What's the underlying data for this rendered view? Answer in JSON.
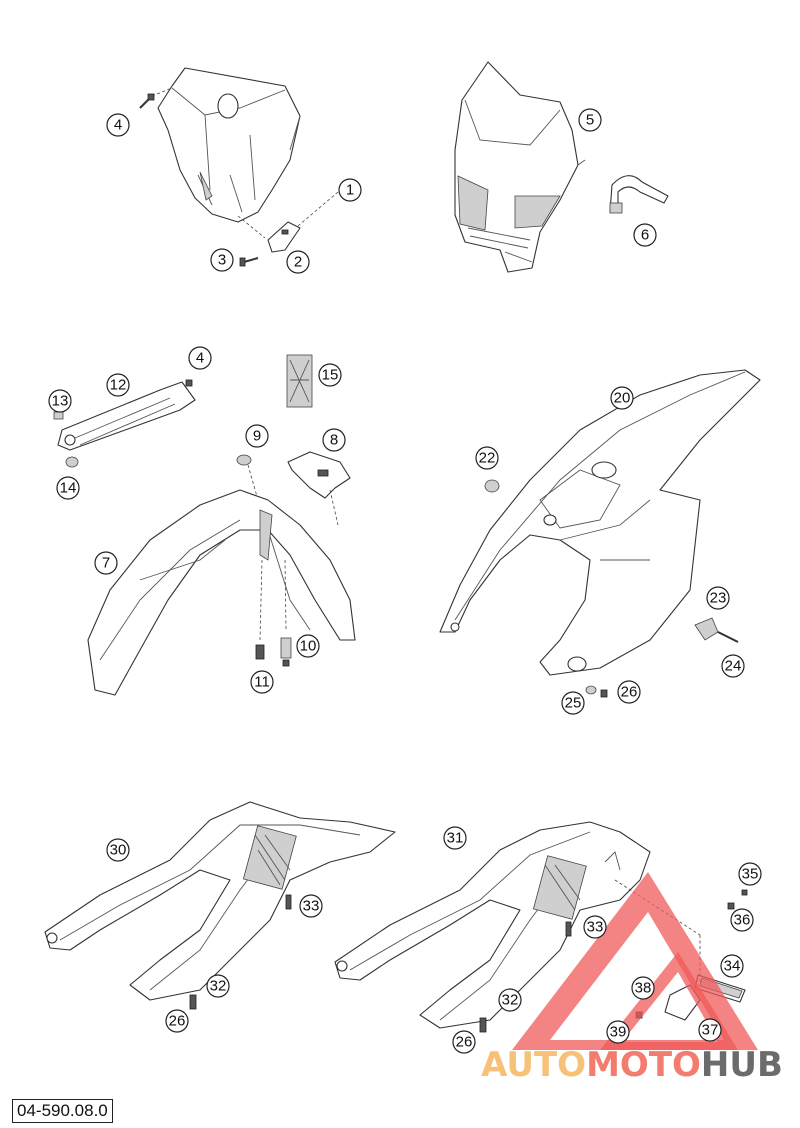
{
  "document": {
    "code": "04-590.08.0"
  },
  "watermark": {
    "parts": [
      "AUTO",
      "MOTO",
      "HUB"
    ],
    "colors": {
      "auto": "#f7c178",
      "moto": "#f27c6e",
      "hub": "#6b6b6b",
      "logo": "#f05a5a"
    }
  },
  "callouts": [
    {
      "label": "1"
    },
    {
      "label": "2"
    },
    {
      "label": "3"
    },
    {
      "label": "4"
    },
    {
      "label": "5"
    },
    {
      "label": "6"
    },
    {
      "label": "4"
    },
    {
      "label": "12"
    },
    {
      "label": "13"
    },
    {
      "label": "14"
    },
    {
      "label": "15"
    },
    {
      "label": "9"
    },
    {
      "label": "8"
    },
    {
      "label": "7"
    },
    {
      "label": "11"
    },
    {
      "label": "10"
    },
    {
      "label": "20"
    },
    {
      "label": "22"
    },
    {
      "label": "23"
    },
    {
      "label": "24"
    },
    {
      "label": "25"
    },
    {
      "label": "26"
    },
    {
      "label": "30"
    },
    {
      "label": "33"
    },
    {
      "label": "32"
    },
    {
      "label": "26"
    },
    {
      "label": "31"
    },
    {
      "label": "33"
    },
    {
      "label": "35"
    },
    {
      "label": "36"
    },
    {
      "label": "34"
    },
    {
      "label": "38"
    },
    {
      "label": "32"
    },
    {
      "label": "39"
    },
    {
      "label": "37"
    },
    {
      "label": "26"
    }
  ]
}
